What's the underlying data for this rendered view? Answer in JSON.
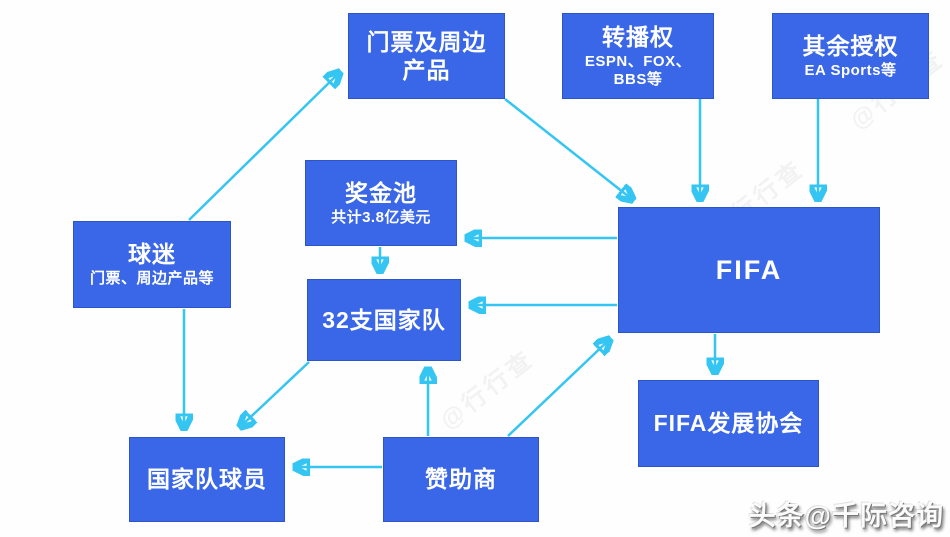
{
  "diagram": {
    "title_implicit": "FIFA",
    "nodes": {
      "tickets": {
        "title": "门票及周边产品"
      },
      "broadcast": {
        "title": "转播权",
        "subtitle": "ESPN、FOX、BBS等"
      },
      "licensing": {
        "title": "其余授权",
        "subtitle": "EA Sports等"
      },
      "prize": {
        "title": "奖金池",
        "subtitle": "共计3.8亿美元"
      },
      "fans": {
        "title": "球迷",
        "subtitle": "门票、周边产品等"
      },
      "teams": {
        "title": "32支国家队"
      },
      "fifa": {
        "title": "FIFA"
      },
      "fifadev": {
        "title": "FIFA发展协会"
      },
      "players": {
        "title": "国家队球员"
      },
      "sponsors": {
        "title": "赞助商"
      }
    },
    "edges": [
      {
        "from": "fans",
        "to": "tickets"
      },
      {
        "from": "tickets",
        "to": "fifa"
      },
      {
        "from": "broadcast",
        "to": "fifa"
      },
      {
        "from": "licensing",
        "to": "fifa"
      },
      {
        "from": "fifa",
        "to": "prize"
      },
      {
        "from": "fifa",
        "to": "teams"
      },
      {
        "from": "prize",
        "to": "teams"
      },
      {
        "from": "fans",
        "to": "players"
      },
      {
        "from": "teams",
        "to": "players"
      },
      {
        "from": "sponsors",
        "to": "players"
      },
      {
        "from": "sponsors",
        "to": "teams"
      },
      {
        "from": "sponsors",
        "to": "fifa"
      },
      {
        "from": "fifa",
        "to": "fifadev"
      }
    ]
  },
  "watermark": {
    "text": "@行行查"
  },
  "footer": {
    "credit": "头条@千际咨询"
  },
  "colors": {
    "node_fill": "#3a66e8",
    "node_border": "#2e55c8",
    "arrow": "#35c5f2",
    "background": "#fefefe"
  }
}
